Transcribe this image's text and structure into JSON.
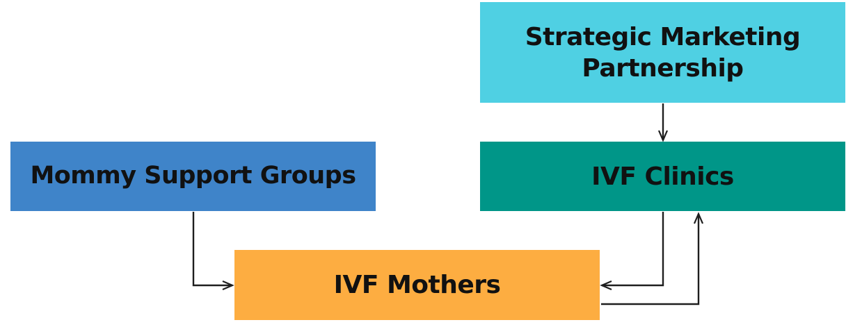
{
  "colors": {
    "strategic_partnership": "#4fd0e3",
    "ivf_clinics": "#009688",
    "mommy_groups": "#3f84c9",
    "ivf_mothers": "#fdad41",
    "arrow": "#1e1e1e",
    "text": "#111111"
  },
  "nodes": {
    "strategic_partnership": {
      "label": "Strategic Marketing\nPartnership"
    },
    "ivf_clinics": {
      "label": "IVF Clinics"
    },
    "mommy_groups": {
      "label": "Mommy Support Groups"
    },
    "ivf_mothers": {
      "label": "IVF Mothers"
    }
  },
  "edges": [
    {
      "from": "strategic_partnership",
      "to": "ivf_clinics"
    },
    {
      "from": "mommy_groups",
      "to": "ivf_mothers"
    },
    {
      "from": "ivf_clinics",
      "to": "ivf_mothers"
    },
    {
      "from": "ivf_mothers",
      "to": "ivf_clinics"
    }
  ]
}
